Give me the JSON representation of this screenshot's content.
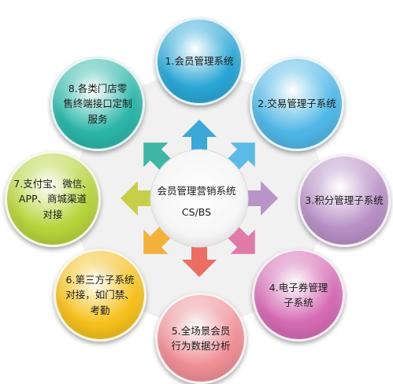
{
  "center": {
    "title": "会员管理营销系统",
    "subtitle": "CS/BS"
  },
  "nodes": [
    {
      "label": "1.会员管理系统",
      "color": "#2aa6d6"
    },
    {
      "label": "2.交易管理子系统",
      "color": "#4fb7e6"
    },
    {
      "label": "3.积分管理子系统",
      "color": "#b890c6"
    },
    {
      "label": "4.电子券管理\n子系统",
      "color": "#d56bb4"
    },
    {
      "label": "5.全场景会员\n行为数据分析",
      "color": "#ef8f96"
    },
    {
      "label": "6.第三方子系统\n对接，如门禁、\n考勤",
      "color": "#f6c11d"
    },
    {
      "label": "7.支付宝、微信、\nAPP、商城渠道\n对接",
      "color": "#b8d33c"
    },
    {
      "label": "8.各类门店零\n售终端接口定制\n服务",
      "color": "#2bb6a8"
    }
  ]
}
